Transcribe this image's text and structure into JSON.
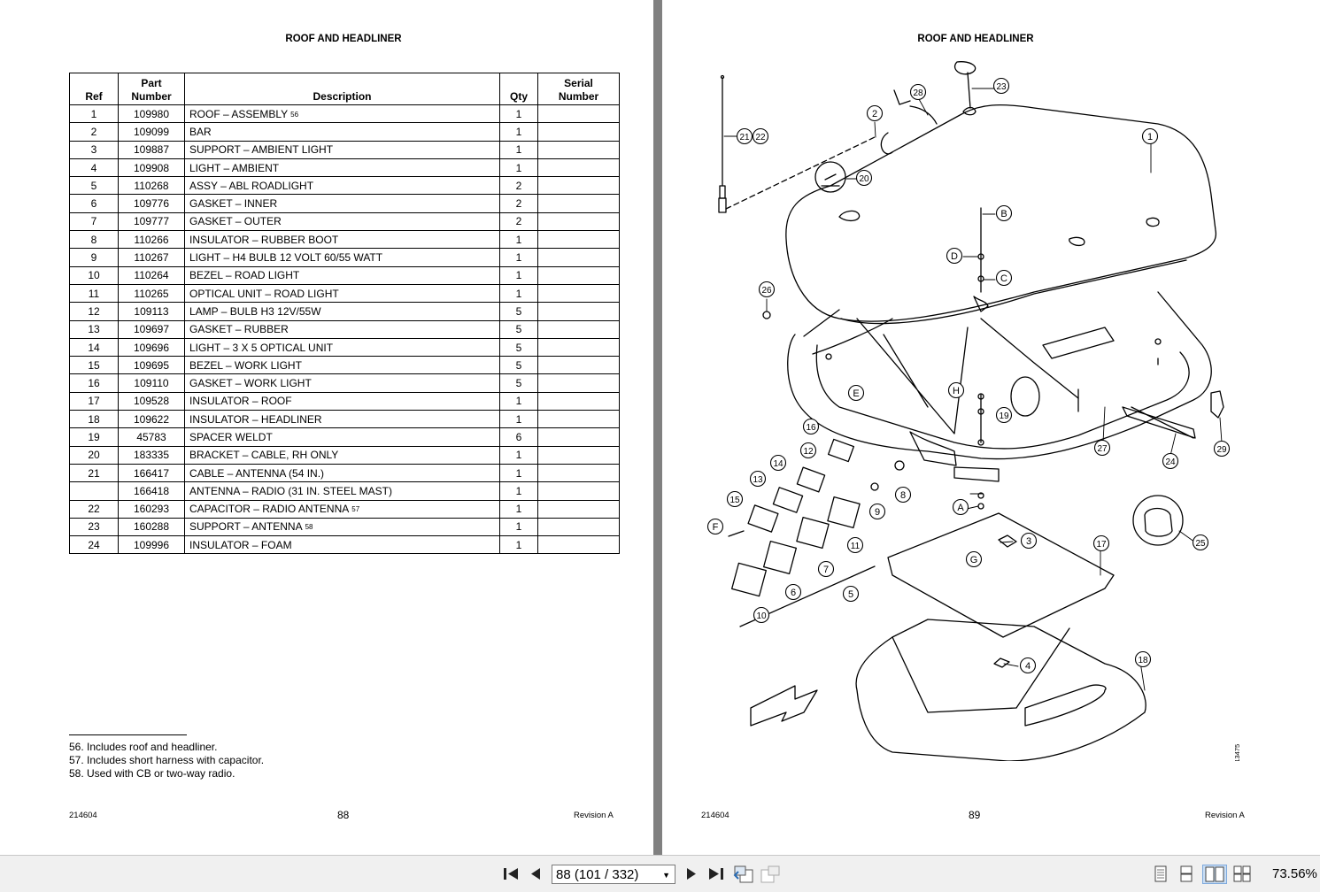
{
  "left_page": {
    "title": "ROOF AND HEADLINER",
    "columns": [
      [
        "Ref"
      ],
      [
        "Part",
        "Number"
      ],
      [
        "Description"
      ],
      [
        "Qty"
      ],
      [
        "Serial",
        "Number"
      ]
    ],
    "rows": [
      {
        "ref": "1",
        "part": "109980",
        "desc": "ROOF – ASSEMBLY",
        "note": "56",
        "qty": "1"
      },
      {
        "ref": "2",
        "part": "109099",
        "desc": "BAR",
        "note": "",
        "qty": "1"
      },
      {
        "ref": "3",
        "part": "109887",
        "desc": "SUPPORT – AMBIENT LIGHT",
        "note": "",
        "qty": "1"
      },
      {
        "ref": "4",
        "part": "109908",
        "desc": "LIGHT – AMBIENT",
        "note": "",
        "qty": "1"
      },
      {
        "ref": "5",
        "part": "110268",
        "desc": "ASSY – ABL ROADLIGHT",
        "note": "",
        "qty": "2"
      },
      {
        "ref": "6",
        "part": "109776",
        "desc": "GASKET – INNER",
        "note": "",
        "qty": "2"
      },
      {
        "ref": "7",
        "part": "109777",
        "desc": "GASKET – OUTER",
        "note": "",
        "qty": "2"
      },
      {
        "ref": "8",
        "part": "110266",
        "desc": "INSULATOR – RUBBER BOOT",
        "note": "",
        "qty": "1"
      },
      {
        "ref": "9",
        "part": "110267",
        "desc": "LIGHT – H4 BULB 12 VOLT 60/55 WATT",
        "note": "",
        "qty": "1"
      },
      {
        "ref": "10",
        "part": "110264",
        "desc": "BEZEL – ROAD LIGHT",
        "note": "",
        "qty": "1"
      },
      {
        "ref": "11",
        "part": "110265",
        "desc": "OPTICAL UNIT – ROAD LIGHT",
        "note": "",
        "qty": "1"
      },
      {
        "ref": "12",
        "part": "109113",
        "desc": "LAMP – BULB H3 12V/55W",
        "note": "",
        "qty": "5"
      },
      {
        "ref": "13",
        "part": "109697",
        "desc": "GASKET – RUBBER",
        "note": "",
        "qty": "5"
      },
      {
        "ref": "14",
        "part": "109696",
        "desc": "LIGHT – 3 X 5 OPTICAL UNIT",
        "note": "",
        "qty": "5"
      },
      {
        "ref": "15",
        "part": "109695",
        "desc": "BEZEL – WORK LIGHT",
        "note": "",
        "qty": "5"
      },
      {
        "ref": "16",
        "part": "109110",
        "desc": "GASKET – WORK LIGHT",
        "note": "",
        "qty": "5"
      },
      {
        "ref": "17",
        "part": "109528",
        "desc": "INSULATOR – ROOF",
        "note": "",
        "qty": "1"
      },
      {
        "ref": "18",
        "part": "109622",
        "desc": "INSULATOR – HEADLINER",
        "note": "",
        "qty": "1"
      },
      {
        "ref": "19",
        "part": "45783",
        "desc": "SPACER WELDT",
        "note": "",
        "qty": "6"
      },
      {
        "ref": "20",
        "part": "183335",
        "desc": "BRACKET – CABLE, RH ONLY",
        "note": "",
        "qty": "1"
      },
      {
        "ref": "21",
        "part": "166417",
        "desc": "CABLE – ANTENNA (54 IN.)",
        "note": "",
        "qty": "1"
      },
      {
        "ref": "",
        "part": "166418",
        "desc": "ANTENNA – RADIO (31 IN. STEEL MAST)",
        "note": "",
        "qty": "1"
      },
      {
        "ref": "22",
        "part": "160293",
        "desc": "CAPACITOR – RADIO ANTENNA",
        "note": "57",
        "qty": "1"
      },
      {
        "ref": "23",
        "part": "160288",
        "desc": "SUPPORT – ANTENNA",
        "note": "58",
        "qty": "1"
      },
      {
        "ref": "24",
        "part": "109996",
        "desc": "INSULATOR – FOAM",
        "note": "",
        "qty": "1"
      }
    ],
    "footnotes": [
      "56. Includes roof and headliner.",
      "57. Includes short harness with capacitor.",
      "58. Used with CB or two-way radio."
    ],
    "doc_number": "214604",
    "page_number": "88",
    "revision": "Revision  A"
  },
  "right_page": {
    "title": "ROOF AND HEADLINER",
    "doc_number": "214604",
    "page_number": "89",
    "revision": "Revision  A",
    "figure_id": "1013475",
    "callouts": [
      "1",
      "2",
      "3",
      "4",
      "5",
      "6",
      "7",
      "8",
      "9",
      "10",
      "11",
      "12",
      "13",
      "14",
      "15",
      "16",
      "17",
      "18",
      "19",
      "20",
      "21",
      "22",
      "23",
      "24",
      "25",
      "26",
      "27",
      "28",
      "29",
      "A",
      "B",
      "C",
      "D",
      "E",
      "F",
      "G",
      "H"
    ]
  },
  "toolbar": {
    "page_select_value": "88 (101 / 332)",
    "zoom": "73.56%",
    "first_icon": "first-page-icon",
    "prev_icon": "previous-page-icon",
    "next_icon": "next-page-icon",
    "last_icon": "last-page-icon"
  }
}
